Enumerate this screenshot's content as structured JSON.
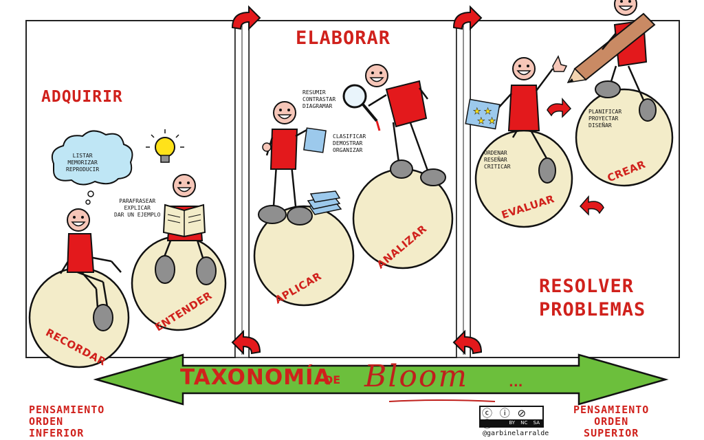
{
  "stages": {
    "adquirir": "ADQUIRIR",
    "elaborar": "ELABORAR",
    "resolver": [
      "RESOLVER",
      "PROBLEMAS"
    ]
  },
  "levels": {
    "recordar": "RECORDAR",
    "entender": "ENTENDER",
    "aplicar": "APLICAR",
    "analizar": "ANALIZAR",
    "evaluar": "EVALUAR",
    "crear": "CREAR"
  },
  "verbs": {
    "recordar": [
      "LISTAR",
      "MEMORIZAR",
      "REPRODUCIR"
    ],
    "entender": [
      "PARAFRASEAR",
      "EXPLICAR",
      "DAR UN EJEMPLO"
    ],
    "aplicar": [
      "RESUMIR",
      "CONTRASTAR",
      "DIAGRAMAR"
    ],
    "analizar": [
      "CLASIFICAR",
      "DEMOSTRAR",
      "ORGANIZAR"
    ],
    "evaluar": [
      "ORDENAR",
      "RESEÑAR",
      "CRITICAR"
    ],
    "crear": [
      "PLANIFICAR",
      "PROYECTAR",
      "DISEÑAR"
    ]
  },
  "banner": {
    "taxonomia": "TAXONOMÍA",
    "de": "DE",
    "bloom": "Bloom",
    "dots": "..."
  },
  "thinking": {
    "lower": [
      "PENSAMIENTO",
      "ORDEN",
      "INFERIOR"
    ],
    "higher": [
      "PENSAMIENTO",
      "ORDEN",
      "SUPERIOR"
    ]
  },
  "license": {
    "codes": "BY NC SA",
    "author": "@garbinelarralde"
  },
  "colors": {
    "red": "#e3191c",
    "title_red": "#d0211c",
    "sphere": "#f3ecc9",
    "arrow_green": "#6cbf3c",
    "cloud": "#bfe6f5",
    "bulb": "#ffe21a",
    "paper": "#9cc9ec",
    "skin": "#f6c6b8",
    "shoe": "#8f8f8f"
  }
}
